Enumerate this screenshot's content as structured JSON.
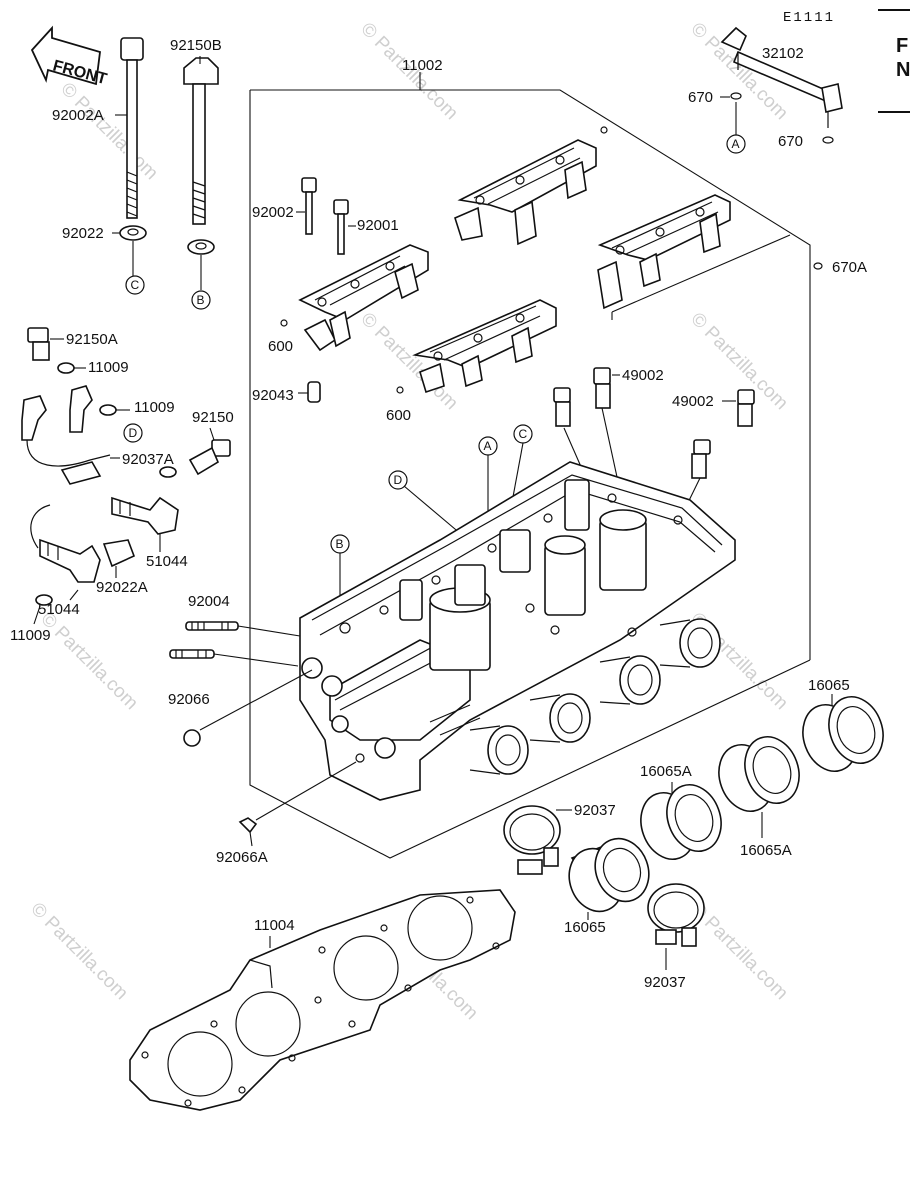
{
  "diagram_code": "E1111",
  "front_label": "FRONT",
  "corner_text": [
    "F",
    "N"
  ],
  "watermark": "© Partzilla.com",
  "parts": {
    "p11002": "11002",
    "p92150B": "92150B",
    "p92002A": "92002A",
    "p92022": "92022",
    "p92002": "92002",
    "p92001": "92001",
    "p600a": "600",
    "p600b": "600",
    "p92043": "92043",
    "p92150A": "92150A",
    "p11009a": "11009",
    "p11009b": "11009",
    "p11009c": "11009",
    "p92150": "92150",
    "p92037A": "92037A",
    "p51044a": "51044",
    "p51044b": "51044",
    "p92022A": "92022A",
    "p92004": "92004",
    "p92066": "92066",
    "p92066A": "92066A",
    "p32102": "32102",
    "p670a": "670",
    "p670b": "670",
    "p670A": "670A",
    "p49002a": "49002",
    "p49002b": "49002",
    "p16065a": "16065",
    "p16065b": "16065",
    "p16065Aa": "16065A",
    "p16065Ab": "16065A",
    "p92037a": "92037",
    "p92037b": "92037",
    "p11004": "11004"
  },
  "refs": {
    "A": "A",
    "B": "B",
    "C": "C",
    "D": "D"
  }
}
